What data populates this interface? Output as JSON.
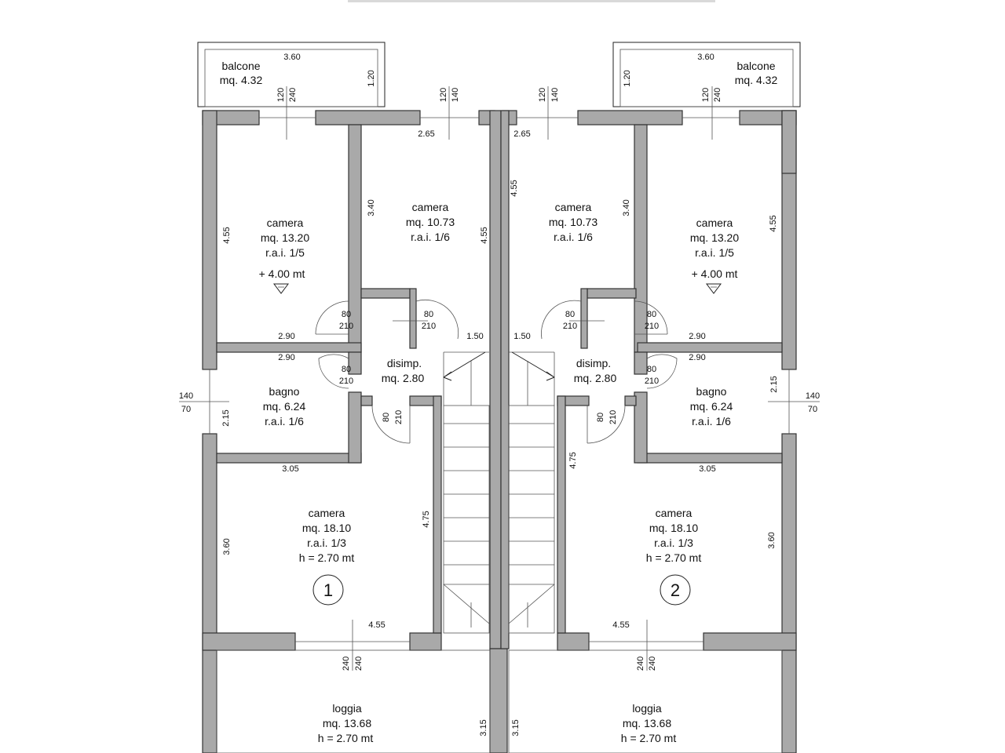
{
  "units": [
    {
      "id": "1",
      "number": "1",
      "balcone": {
        "name": "balcone",
        "area": "mq. 4.32",
        "width": "3.60",
        "depth": "1.20"
      },
      "camera_front": {
        "name": "camera",
        "area": "mq. 13.20",
        "rai": "r.a.i. 1/5",
        "height": "+ 4.00 mt",
        "dim_h": "4.55",
        "dim_w": "2.90",
        "window": [
          "120",
          "240"
        ]
      },
      "camera_small": {
        "name": "camera",
        "area": "mq. 10.73",
        "rai": "r.a.i. 1/6",
        "dim_v": "3.40",
        "dim_v2": "4.55",
        "dim_w": "2.65",
        "dim_w2": "1.50",
        "window": [
          "120",
          "140"
        ]
      },
      "disimp": {
        "name": "disimp.",
        "area": "mq. 2.80"
      },
      "bagno": {
        "name": "bagno",
        "area": "mq. 6.24",
        "rai": "r.a.i. 1/6",
        "dim_w": "2.90",
        "dim_v": "2.15",
        "window": [
          "140",
          "70"
        ]
      },
      "camera_back": {
        "name": "camera",
        "area": "mq. 18.10",
        "rai": "r.a.i. 1/3",
        "height": "h = 2.70 mt",
        "dim_w": "3.05",
        "dim_v": "3.60",
        "dim_v2": "4.75",
        "dim_w2": "4.55",
        "window": [
          "240",
          "240"
        ]
      },
      "loggia": {
        "name": "loggia",
        "area": "mq. 13.68",
        "height": "h = 2.70 mt",
        "dim_v": "3.15"
      },
      "doors": [
        "80",
        "210"
      ]
    },
    {
      "id": "2",
      "number": "2",
      "balcone": {
        "name": "balcone",
        "area": "mq. 4.32",
        "width": "3.60",
        "depth": "1.20"
      },
      "camera_front": {
        "name": "camera",
        "area": "mq. 13.20",
        "rai": "r.a.i. 1/5",
        "height": "+ 4.00 mt",
        "dim_h": "4.55",
        "dim_w": "2.90",
        "window": [
          "120",
          "240"
        ]
      },
      "camera_small": {
        "name": "camera",
        "area": "mq. 10.73",
        "rai": "r.a.i. 1/6",
        "dim_v": "3.40",
        "dim_v2": "4.55",
        "dim_w": "2.65",
        "dim_w2": "1.50",
        "window": [
          "120",
          "140"
        ]
      },
      "disimp": {
        "name": "disimp.",
        "area": "mq. 2.80"
      },
      "bagno": {
        "name": "bagno",
        "area": "mq. 6.24",
        "rai": "r.a.i. 1/6",
        "dim_w": "2.90",
        "dim_v": "2.15",
        "window": [
          "140",
          "70"
        ]
      },
      "camera_back": {
        "name": "camera",
        "area": "mq. 18.10",
        "rai": "r.a.i. 1/3",
        "height": "h = 2.70 mt",
        "dim_w": "3.05",
        "dim_v": "3.60",
        "dim_v2": "4.75",
        "dim_w2": "4.55",
        "window": [
          "240",
          "240"
        ]
      },
      "loggia": {
        "name": "loggia",
        "area": "mq. 13.68",
        "height": "h = 2.70 mt",
        "dim_v": "3.15"
      },
      "doors": [
        "80",
        "210"
      ]
    }
  ]
}
